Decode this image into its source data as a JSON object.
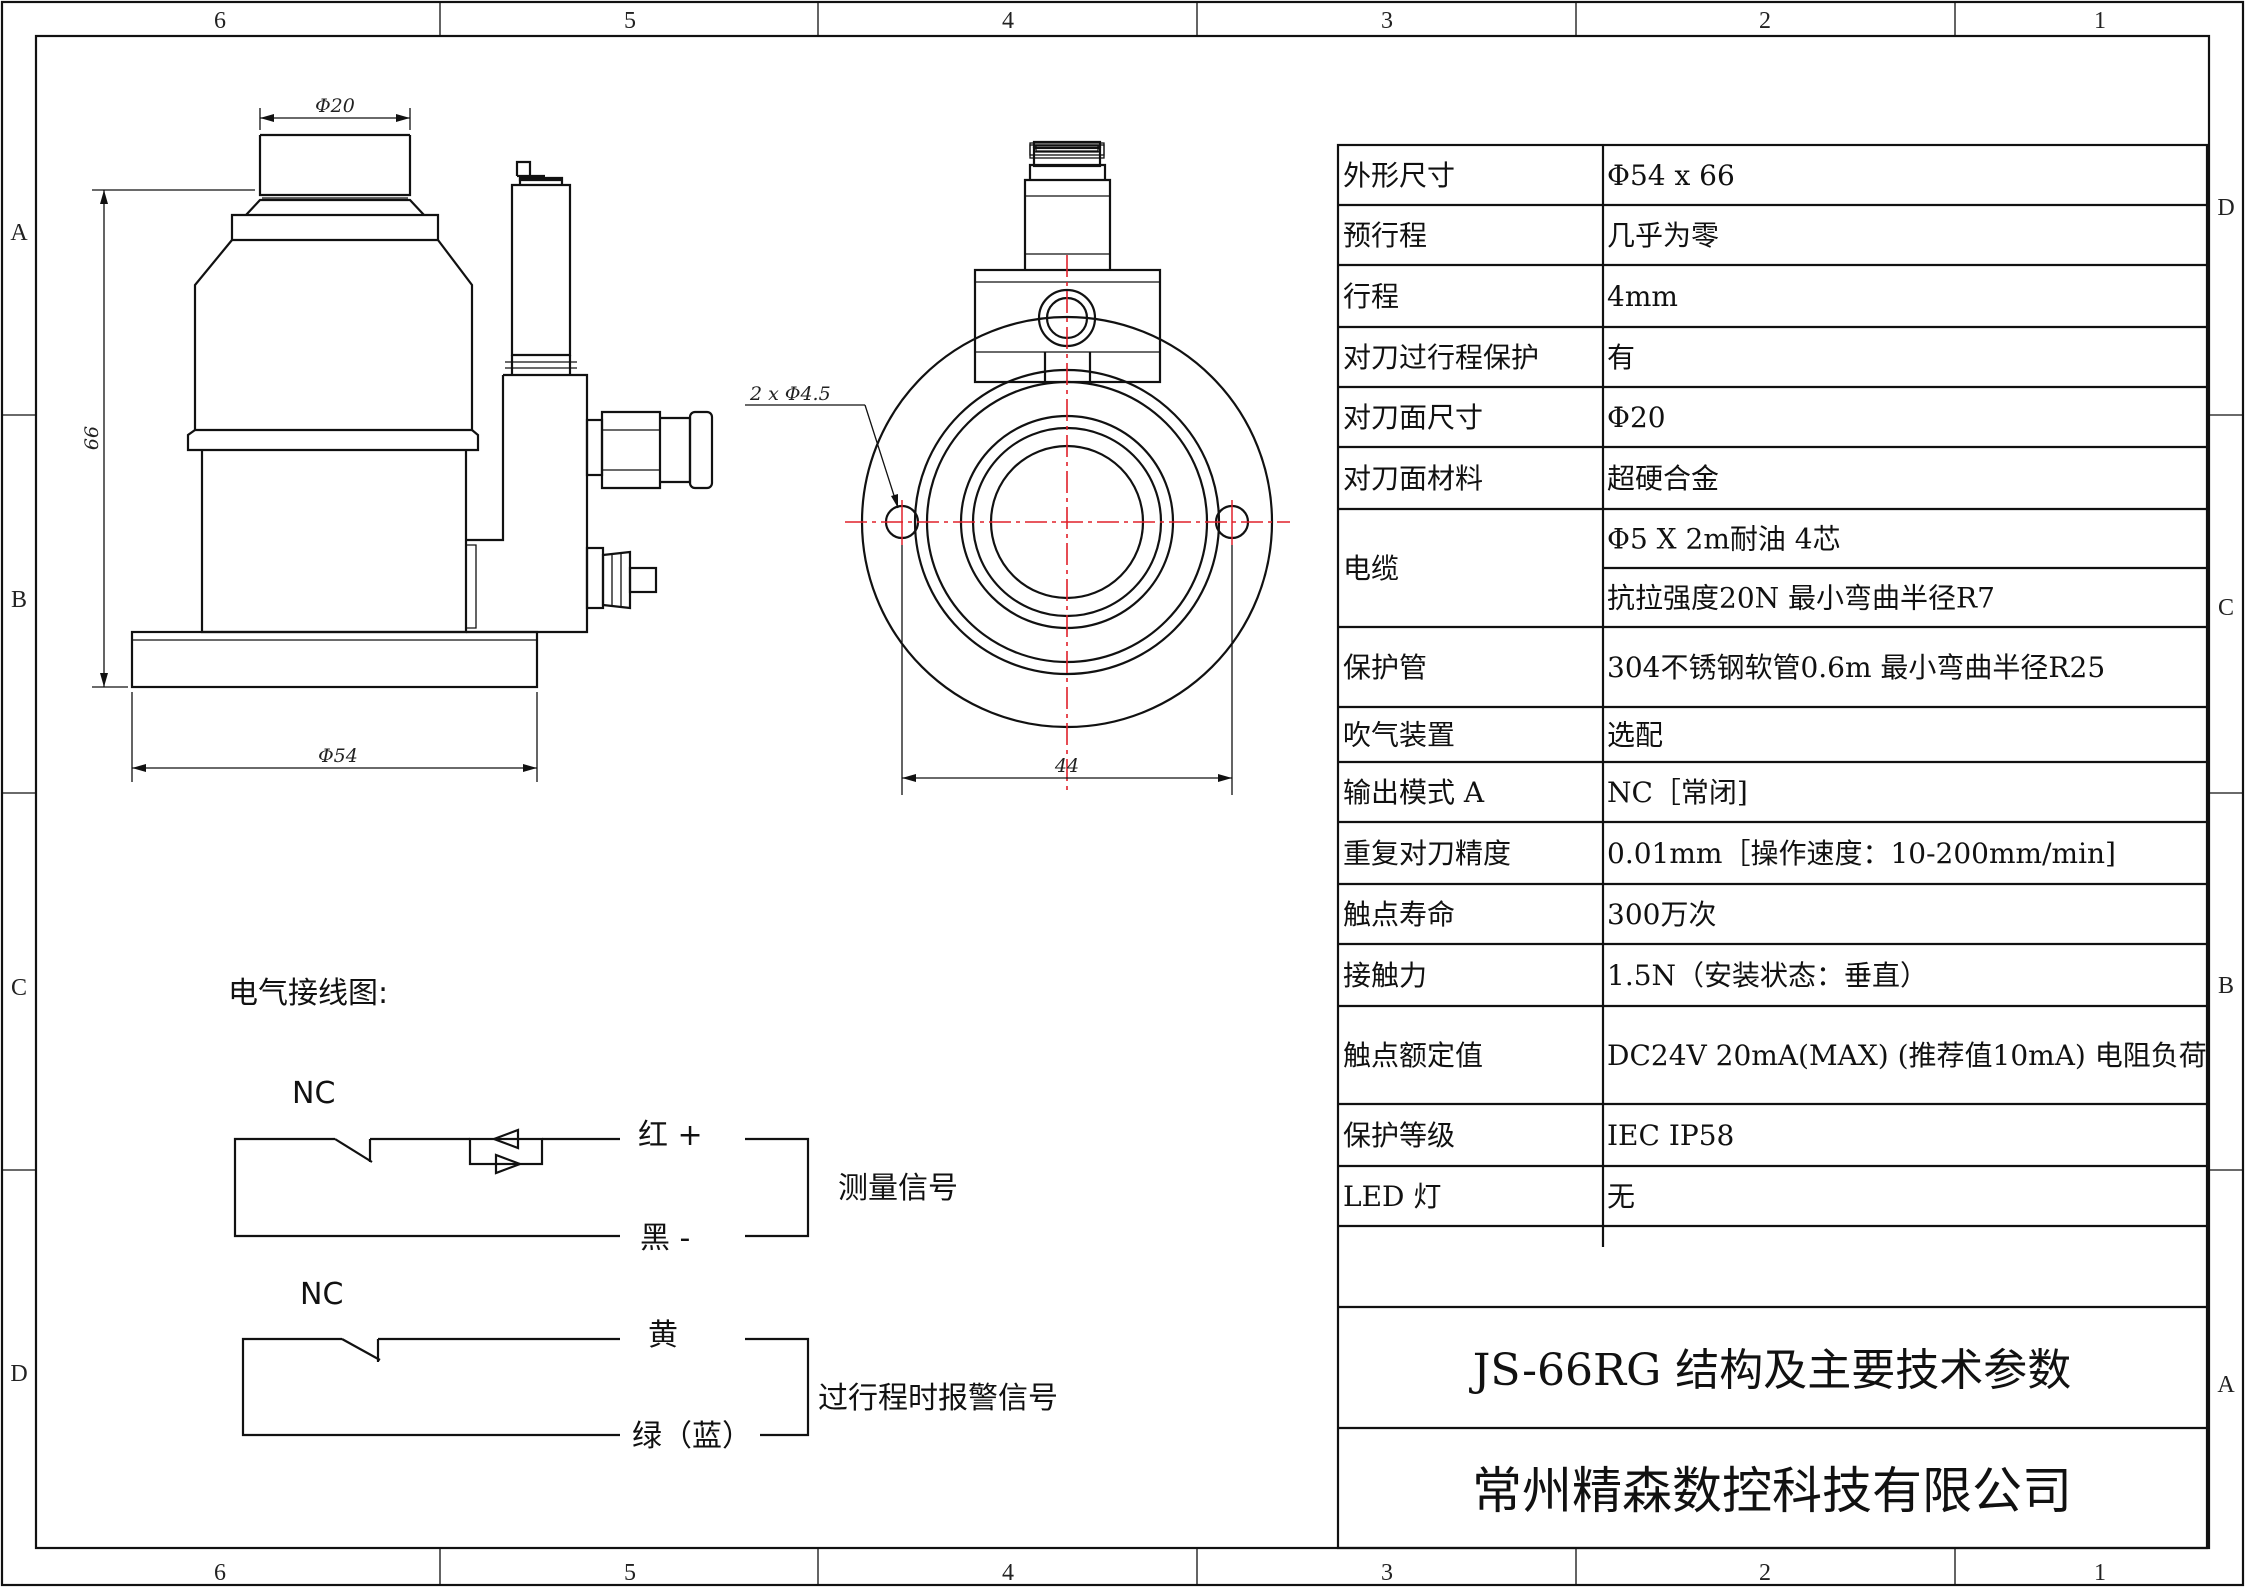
{
  "border": {
    "columns_top": [
      "6",
      "5",
      "4",
      "3",
      "2",
      "1"
    ],
    "columns_bottom": [
      "6",
      "5",
      "4",
      "3",
      "2",
      "1"
    ],
    "rows_left": [
      "A",
      "B",
      "C",
      "D"
    ],
    "rows_right": [
      "D",
      "C",
      "B",
      "A"
    ]
  },
  "side_view": {
    "dim_top": "Φ20",
    "dim_height": "66",
    "dim_base": "Φ54"
  },
  "top_view": {
    "dim_holes": "2 x Φ4.5",
    "dim_width": "44"
  },
  "wiring": {
    "title": "电气接线图:",
    "circuit1": {
      "nc": "NC",
      "top_wire": "红 +",
      "bottom_wire": "黑 -",
      "signal": "测量信号"
    },
    "circuit2": {
      "nc": "NC",
      "top_wire": "黄",
      "bottom_wire": "绿（蓝）",
      "signal": "过行程时报警信号"
    }
  },
  "specs": [
    {
      "key": "外形尺寸",
      "values": [
        "Φ54 x 66"
      ]
    },
    {
      "key": "预行程",
      "values": [
        "几乎为零"
      ]
    },
    {
      "key": "行程",
      "values": [
        "4mm"
      ]
    },
    {
      "key": "对刀过行程保护",
      "values": [
        "有"
      ]
    },
    {
      "key": "对刀面尺寸",
      "values": [
        "Φ20"
      ]
    },
    {
      "key": "对刀面材料",
      "values": [
        "超硬合金"
      ]
    },
    {
      "key": "电缆",
      "values": [
        "Φ5 X 2m耐油 4芯",
        "抗拉强度20N 最小弯曲半径R7"
      ]
    },
    {
      "key": "保护管",
      "values": [
        "304不锈钢软管0.6m 最小弯曲半径R25"
      ]
    },
    {
      "key": "吹气装置",
      "values": [
        "选配"
      ]
    },
    {
      "key": "输出模式 A",
      "values": [
        "NC［常闭]"
      ]
    },
    {
      "key": "重复对刀精度",
      "values": [
        "0.01mm［操作速度：10-200mm/min]"
      ]
    },
    {
      "key": "触点寿命",
      "values": [
        "300万次"
      ]
    },
    {
      "key": "接触力",
      "values": [
        "1.5N（安装状态：垂直）"
      ]
    },
    {
      "key": "触点额定值",
      "values": [
        "DC24V 20mA(MAX) (推荐值10mA) 电阻负荷"
      ]
    },
    {
      "key": "保护等级",
      "values": [
        "IEC IP58"
      ]
    },
    {
      "key": "LED 灯",
      "values": [
        "无"
      ]
    }
  ],
  "title_block": {
    "drawing_title": "JS-66RG 结构及主要技术参数",
    "company": "常州精森数控科技有限公司"
  }
}
